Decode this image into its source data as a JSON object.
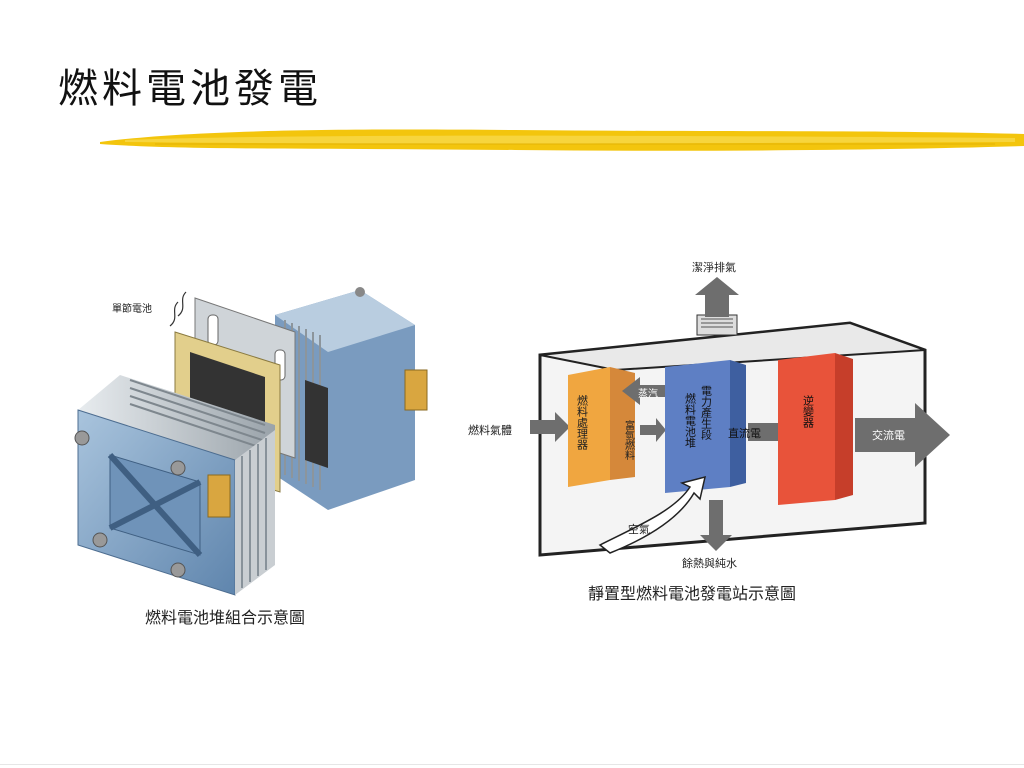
{
  "slide": {
    "title": "燃料電池發電"
  },
  "stack_diagram": {
    "cell_label": "單節電池",
    "caption": "燃料電池堆組合示意圖"
  },
  "station_diagram": {
    "clean_exhaust": "潔淨排氣",
    "fuel_gas": "燃料氣體",
    "fuel_processor": "燃料處理器",
    "steam": "蒸汽",
    "hydrogen_fuel": "富氫燃料",
    "power_section": "電力產生段",
    "fuel_cell_stack": "燃料電池堆",
    "dc_power": "直流電",
    "inverter": "逆變器",
    "ac_power": "交流電",
    "air": "空氣",
    "waste_heat_water": "餘熱與純水",
    "caption": "靜置型燃料電池發電站示意圖"
  },
  "colors": {
    "brush": "#f2c200",
    "processor": "#f0a640",
    "stack": "#5e7fc4",
    "inverter": "#e8533a",
    "arrow": "#6e6e6e"
  }
}
